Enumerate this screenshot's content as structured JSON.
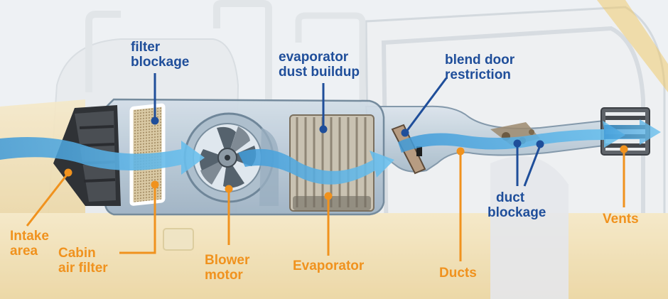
{
  "colors": {
    "problem_label": "#1f4e9a",
    "component_label": "#f0921e",
    "airflow": "#4aa9e0",
    "housing": "#b9cad8",
    "machine_body": "#f3dfae"
  },
  "problem_labels": {
    "filter_blockage": [
      "filter",
      "blockage"
    ],
    "evaporator_dust": [
      "evaporator",
      "dust buildup"
    ],
    "blend_door": [
      "blend door",
      "restriction"
    ],
    "duct_blockage": [
      "duct",
      "blockage"
    ]
  },
  "component_labels": {
    "intake_area": [
      "Intake",
      "area"
    ],
    "cabin_air_filter": [
      "Cabin",
      "air filter"
    ],
    "blower_motor": [
      "Blower",
      "motor"
    ],
    "evaporator": [
      "Evaporator"
    ],
    "ducts": [
      "Ducts"
    ],
    "vents": [
      "Vents"
    ]
  },
  "icons": [
    "fan-icon",
    "airflow-arrow",
    "filter-mesh",
    "evaporator-coil",
    "blend-door",
    "debris",
    "vent-louvers"
  ]
}
